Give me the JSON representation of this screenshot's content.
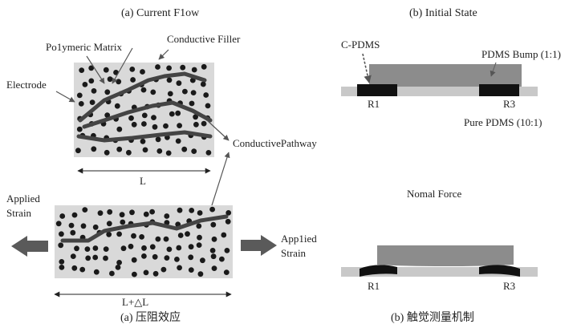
{
  "left_panel": {
    "title": "(a) Current F1ow",
    "labels": {
      "polymeric_matrix": "Po1ymeric Matrix",
      "conductive_filler": "Conductive Filler",
      "electrode": "Electrode",
      "conductive_pathway": "ConductivePathway",
      "length": "L",
      "applied_strain_left_1": "Applied",
      "applied_strain_left_2": "Strain",
      "applied_strain_right_1": "App1ied",
      "applied_strain_right_2": "Strain",
      "stretched_length": "L+△L"
    },
    "caption": "(a) 压阻效应"
  },
  "right_panel": {
    "title": "(b) Initial State",
    "labels": {
      "c_pdms": "C-PDMS",
      "pdms_bump": "PDMS Bump (1:1)",
      "pure_pdms": "Pure PDMS (10:1)",
      "r1_top": "R1",
      "r3_top": "R3",
      "normal_force": "Nomal Force",
      "r1_bottom": "R1",
      "r3_bottom": "R3"
    },
    "caption": "(b) 触觉测量机制"
  },
  "colors": {
    "matrix": "#d9d9d9",
    "filler": "#1a1a1a",
    "pathway": "#444444",
    "arrow": "#5a5a5a",
    "pdms_bump": "#8c8c8c",
    "electrode": "#111111"
  }
}
